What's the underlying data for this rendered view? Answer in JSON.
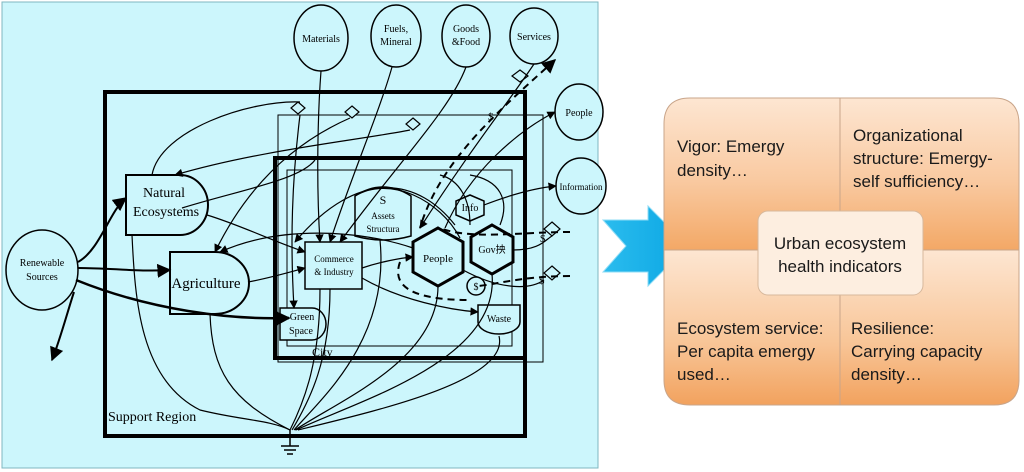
{
  "diagram": {
    "nodes": {
      "renewable_sources": [
        "Renewable",
        "Sources"
      ],
      "materials": "Materials",
      "fuels_mineral": [
        "Fuels,",
        "Mineral"
      ],
      "goods_food": [
        "Goods",
        "&Food"
      ],
      "services": "Services",
      "people_out": "People",
      "information": "Information",
      "natural_ecosystems": [
        "Natural",
        "Ecosystems"
      ],
      "agriculture": "Agriculture",
      "commerce_industry": [
        "Commerce",
        "& Industry"
      ],
      "green_space": [
        "Green",
        "Space"
      ],
      "assets_symbol": "S",
      "assets_label": [
        "Assets",
        "Structura"
      ],
      "people_city": "People",
      "info": "Info",
      "gov": "Gov抰",
      "money": "$",
      "waste": "Waste",
      "city_label": "City",
      "support_region_label": "Support Region"
    }
  },
  "indicators": {
    "vigor": [
      "Vigor: Emergy",
      "density…"
    ],
    "organizational": [
      "Organizational",
      "structure: Emergy-",
      "self sufficiency…"
    ],
    "ecosystem_service": [
      "Ecosystem service:",
      "Per capita emergy",
      "used…"
    ],
    "resilience": [
      "Resilience:",
      "Carrying capacity",
      "density…"
    ],
    "center": [
      "Urban ecosystem",
      "health indicators"
    ]
  },
  "colors": {
    "diagram_bg": "#ccf6fc",
    "arrow": "#1ab4ea",
    "panel_light": "#fde3cc",
    "panel_dark": "#f5b07a",
    "center_box": "#fdeede"
  }
}
